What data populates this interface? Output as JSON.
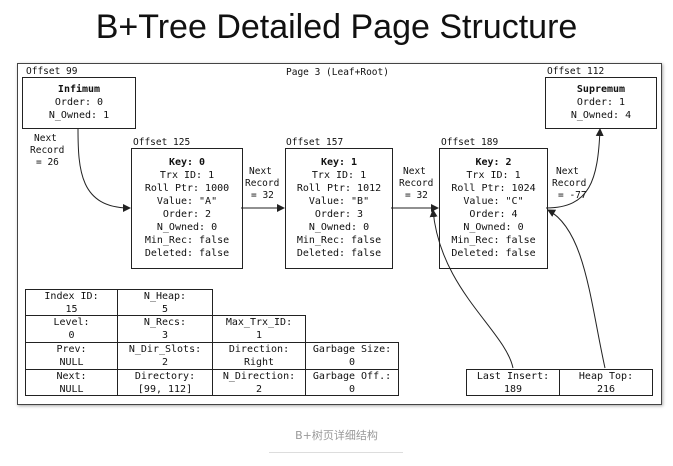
{
  "title": "B+Tree Detailed Page Structure",
  "page_label": "Page 3 (Leaf+Root)",
  "infimum": {
    "offset": "Offset 99",
    "name": "Infimum",
    "order": "Order: 0",
    "n_owned": "N_Owned: 1"
  },
  "supremum": {
    "offset": "Offset 112",
    "name": "Supremum",
    "order": "Order: 1",
    "n_owned": "N_Owned: 4"
  },
  "next_labels": {
    "infimum": [
      "Next",
      "Record",
      "= 26"
    ],
    "key0": [
      "Next",
      "Record",
      "= 32"
    ],
    "key1": [
      "Next",
      "Record",
      "= 32"
    ],
    "key2": [
      "Next",
      "Record",
      "= -77"
    ]
  },
  "records": [
    {
      "offset": "Offset 125",
      "key": "Key: 0",
      "trx": "Trx ID: 1",
      "roll": "Roll Ptr: 1000",
      "value": "Value: \"A\"",
      "order": "Order: 2",
      "n_owned": "N_Owned: 0",
      "min_rec": "Min_Rec: false",
      "deleted": "Deleted: false"
    },
    {
      "offset": "Offset 157",
      "key": "Key: 1",
      "trx": "Trx ID: 1",
      "roll": "Roll Ptr: 1012",
      "value": "Value: \"B\"",
      "order": "Order: 3",
      "n_owned": "N_Owned: 0",
      "min_rec": "Min_Rec: false",
      "deleted": "Deleted: false"
    },
    {
      "offset": "Offset 189",
      "key": "Key: 2",
      "trx": "Trx ID: 1",
      "roll": "Roll Ptr: 1024",
      "value": "Value: \"C\"",
      "order": "Order: 4",
      "n_owned": "N_Owned: 0",
      "min_rec": "Min_Rec: false",
      "deleted": "Deleted: false"
    }
  ],
  "header_table": {
    "index_id": [
      "Index ID:",
      "15"
    ],
    "n_heap": [
      "N_Heap:",
      "5"
    ],
    "level": [
      "Level:",
      "0"
    ],
    "n_recs": [
      "N_Recs:",
      "3"
    ],
    "max_trx_id": [
      "Max_Trx_ID:",
      "1"
    ],
    "prev": [
      "Prev:",
      "NULL"
    ],
    "n_dir_slots": [
      "N_Dir_Slots:",
      "2"
    ],
    "direction": [
      "Direction:",
      "Right"
    ],
    "garbage_size": [
      "Garbage Size:",
      "0"
    ],
    "next": [
      "Next:",
      "NULL"
    ],
    "directory": [
      "Directory:",
      "[99, 112]"
    ],
    "n_direction": [
      "N_Direction:",
      "2"
    ],
    "garbage_off": [
      "Garbage Off.:",
      "0"
    ]
  },
  "last_insert": [
    "Last Insert:",
    "189"
  ],
  "heap_top": [
    "Heap Top:",
    "216"
  ],
  "caption": "B+树页详细结构"
}
